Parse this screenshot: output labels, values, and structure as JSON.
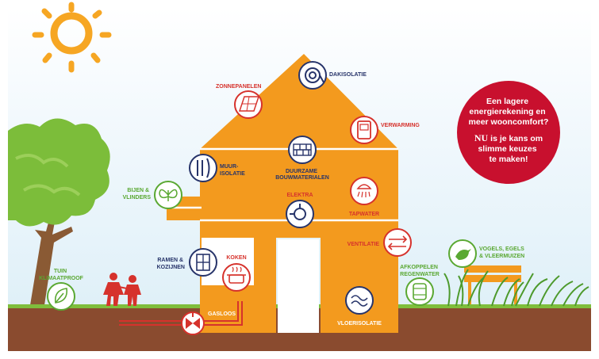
{
  "colors": {
    "house": "#f39a1e",
    "house_dark": "#e88a10",
    "navy": "#27346a",
    "red": "#d6322c",
    "green": "#5aa832",
    "bubble": "#c8102e",
    "soil": "#8a4b2f",
    "sky_top": "#e3f1f9",
    "sun": "#f6a623"
  },
  "labels": {
    "dakisolatie": "DAKISOLATIE",
    "zonnepanelen": "ZONNEPANELEN",
    "verwarming": "VERWARMING",
    "duurzame_1": "DUURZAME",
    "duurzame_2": "BOUWMATERIALEN",
    "muur_1": "MUUR-",
    "muur_2": "ISOLATIE",
    "bijen_1": "BIJEN &",
    "bijen_2": "VLINDERS",
    "elektra": "ELEKTRA",
    "tapwater": "TAPWATER",
    "ventilatie": "VENTILATIE",
    "ramen_1": "RAMEN &",
    "ramen_2": "KOZIJNEN",
    "koken": "KOKEN",
    "tuin_1": "TUIN",
    "tuin_2": "KLIMAATPROOF",
    "afkoppelen_1": "AFKOPPELEN",
    "afkoppelen_2": "REGENWATER",
    "vogels_1": "VOGELS, EGELS",
    "vogels_2": "& VLEERMUIZEN",
    "gasloos": "GASLOOS",
    "vloerisolatie": "VLOERISOLATIE"
  },
  "bubble": {
    "line1": "Een lagere",
    "line2": "energierekening en",
    "line3": "meer wooncomfort?",
    "line4_bold": "NU",
    "line4_rest": " is je kans om",
    "line5": "slimme keuzes",
    "line6": "te maken!"
  },
  "icons": {
    "dakisolatie": "insulation-roll-icon",
    "zonnepanelen": "solar-panel-icon",
    "verwarming": "thermostat-icon",
    "duurzame": "bricks-icon",
    "muurisolatie": "wall-insulation-icon",
    "bijen": "butterfly-icon",
    "elektra": "power-plug-icon",
    "tapwater": "shower-icon",
    "ventilatie": "ventilation-arrows-icon",
    "ramen": "window-icon",
    "koken": "cooking-pot-icon",
    "tuin": "leaf-drop-icon",
    "afkoppelen": "rain-barrel-icon",
    "vogels": "bird-icon",
    "gasloos": "gas-valve-icon",
    "vloerisolatie": "floor-insulation-icon"
  }
}
